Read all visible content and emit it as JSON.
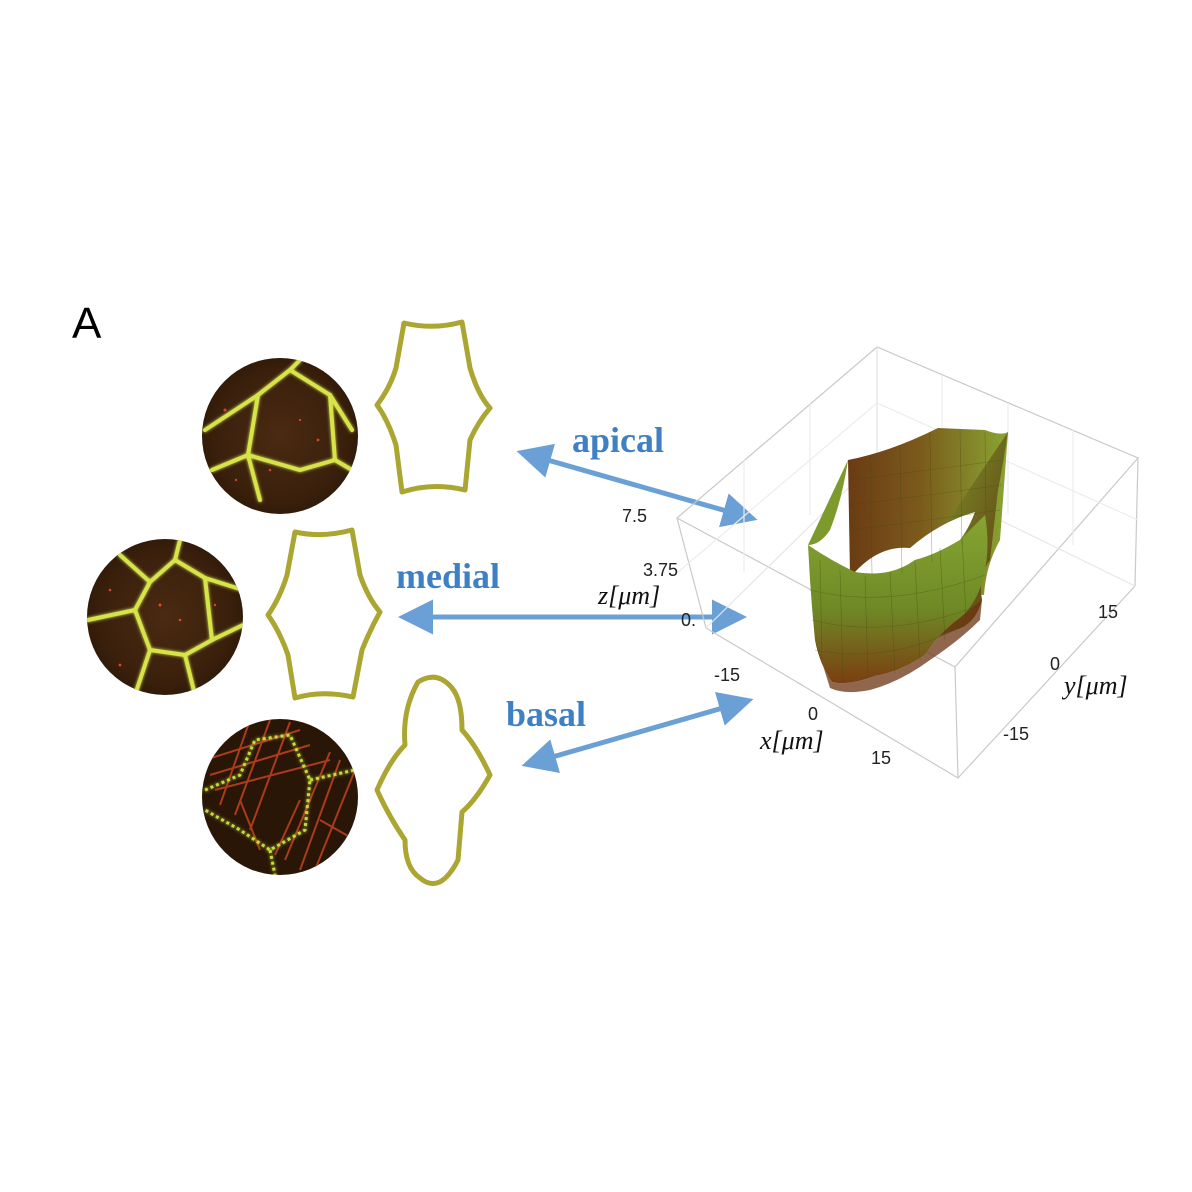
{
  "figure": {
    "panel_letter": "A",
    "layers": [
      {
        "key": "apical",
        "label": "apical"
      },
      {
        "key": "medial",
        "label": "medial"
      },
      {
        "key": "basal",
        "label": "basal"
      }
    ],
    "colors": {
      "arrow": "#6aa0d6",
      "label": "#3f7fc4",
      "contour": "#aaa631",
      "surface_light": "#7a9a2c",
      "surface_dark": "#6e3a12"
    },
    "plot3d": {
      "z_ticks": [
        "7.5",
        "3.75",
        "0."
      ],
      "x_ticks": [
        "-15",
        "0",
        "15"
      ],
      "y_ticks": [
        "15",
        "0",
        "-15"
      ],
      "z_label": "z[μm]",
      "x_label": "x[μm]",
      "y_label": "y[μm]"
    }
  }
}
